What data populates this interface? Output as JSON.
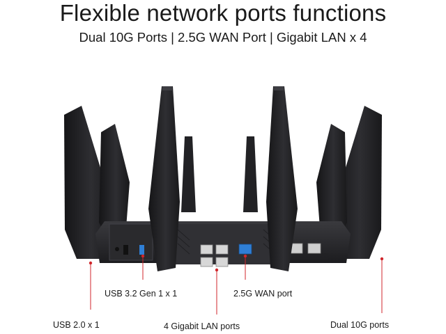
{
  "header": {
    "title": "Flexible network ports functions",
    "subtitle": "Dual 10G Ports | 2.5G WAN Port | Gigabit LAN x 4"
  },
  "callouts": {
    "usb32": "USB 3.2 Gen 1 x 1",
    "wan": "2.5G WAN port",
    "usb20": "USB 2.0 x 1",
    "lan": "4 Gigabit LAN ports",
    "dual10g": "Dual 10G ports"
  },
  "colors": {
    "router_body": "#2b2b2e",
    "antenna": "#1e1e21",
    "wan_port": "#2f7fd6",
    "callout_line": "#d0262b"
  }
}
